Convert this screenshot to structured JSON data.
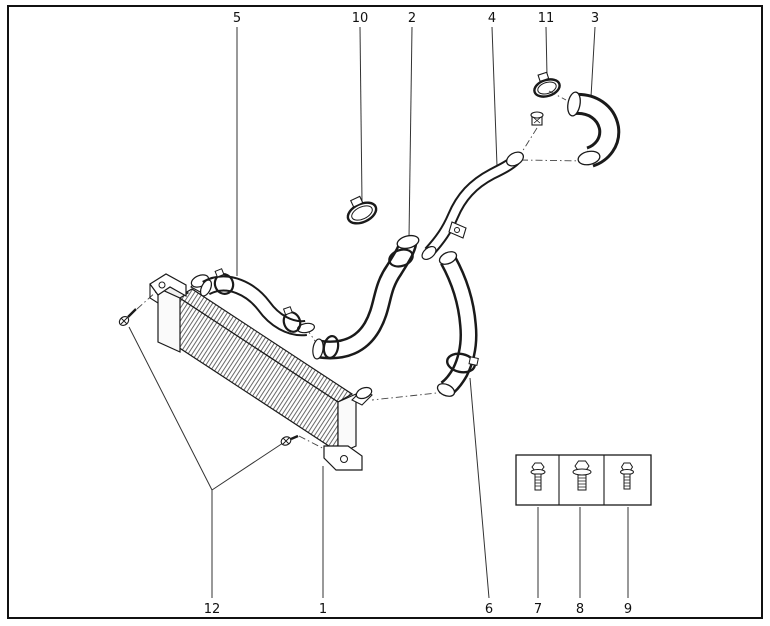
{
  "figure": {
    "ink_color": "#1a1a1a",
    "background_color": "#ffffff",
    "callouts": {
      "1": "1",
      "2": "2",
      "3": "3",
      "4": "4",
      "5": "5",
      "6": "6",
      "7": "7",
      "8": "8",
      "9": "9",
      "10": "10",
      "11": "11",
      "12": "12"
    }
  }
}
